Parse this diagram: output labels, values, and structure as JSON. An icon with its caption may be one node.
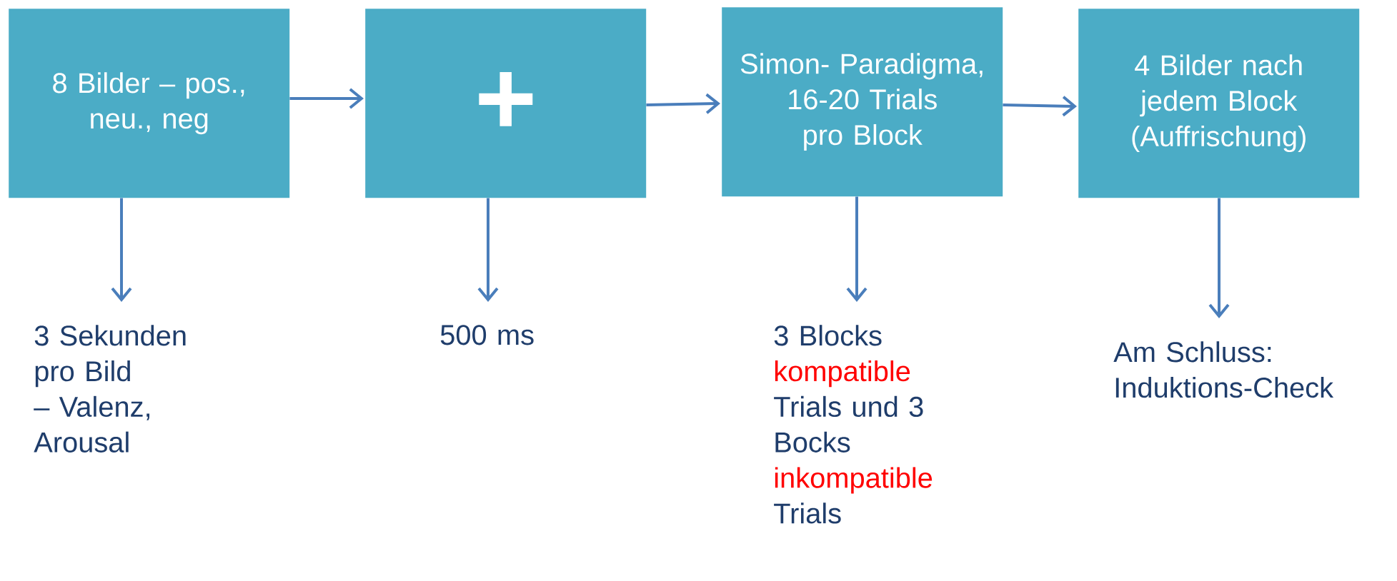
{
  "diagram": {
    "nodes": [
      {
        "text": [
          "8 Bilder – pos., neu., neg"
        ]
      },
      {
        "text": [
          "+"
        ]
      },
      {
        "text": [
          "Simon- Paradigma, 16-20 Trials pro Block"
        ]
      },
      {
        "text": [
          "4 Bilder nach jedem Block (Auffrischung)"
        ]
      },
      {
        "text": [
          "3 Sekunden pro Bild – Valenz, Arousal"
        ]
      },
      {
        "text": [
          "500 ms"
        ]
      },
      {
        "text": [
          "3 Blocks",
          "kompatible",
          "Trials und 3 Bocks",
          "inkompatible",
          "Trials"
        ]
      },
      {
        "text": [
          "Am Schluss: Induktions-Check"
        ]
      }
    ],
    "edges": [
      {
        "from": 0,
        "to": 1,
        "arrow": "to"
      },
      {
        "from": 1,
        "to": 2,
        "arrow": "to"
      },
      {
        "from": 2,
        "to": 3,
        "arrow": "to"
      },
      {
        "from": 0,
        "to": 4,
        "arrow": "to"
      },
      {
        "from": 1,
        "to": 5,
        "arrow": "to"
      },
      {
        "from": 2,
        "to": 6,
        "arrow": "to"
      },
      {
        "from": 3,
        "to": 7,
        "arrow": "to"
      }
    ]
  }
}
